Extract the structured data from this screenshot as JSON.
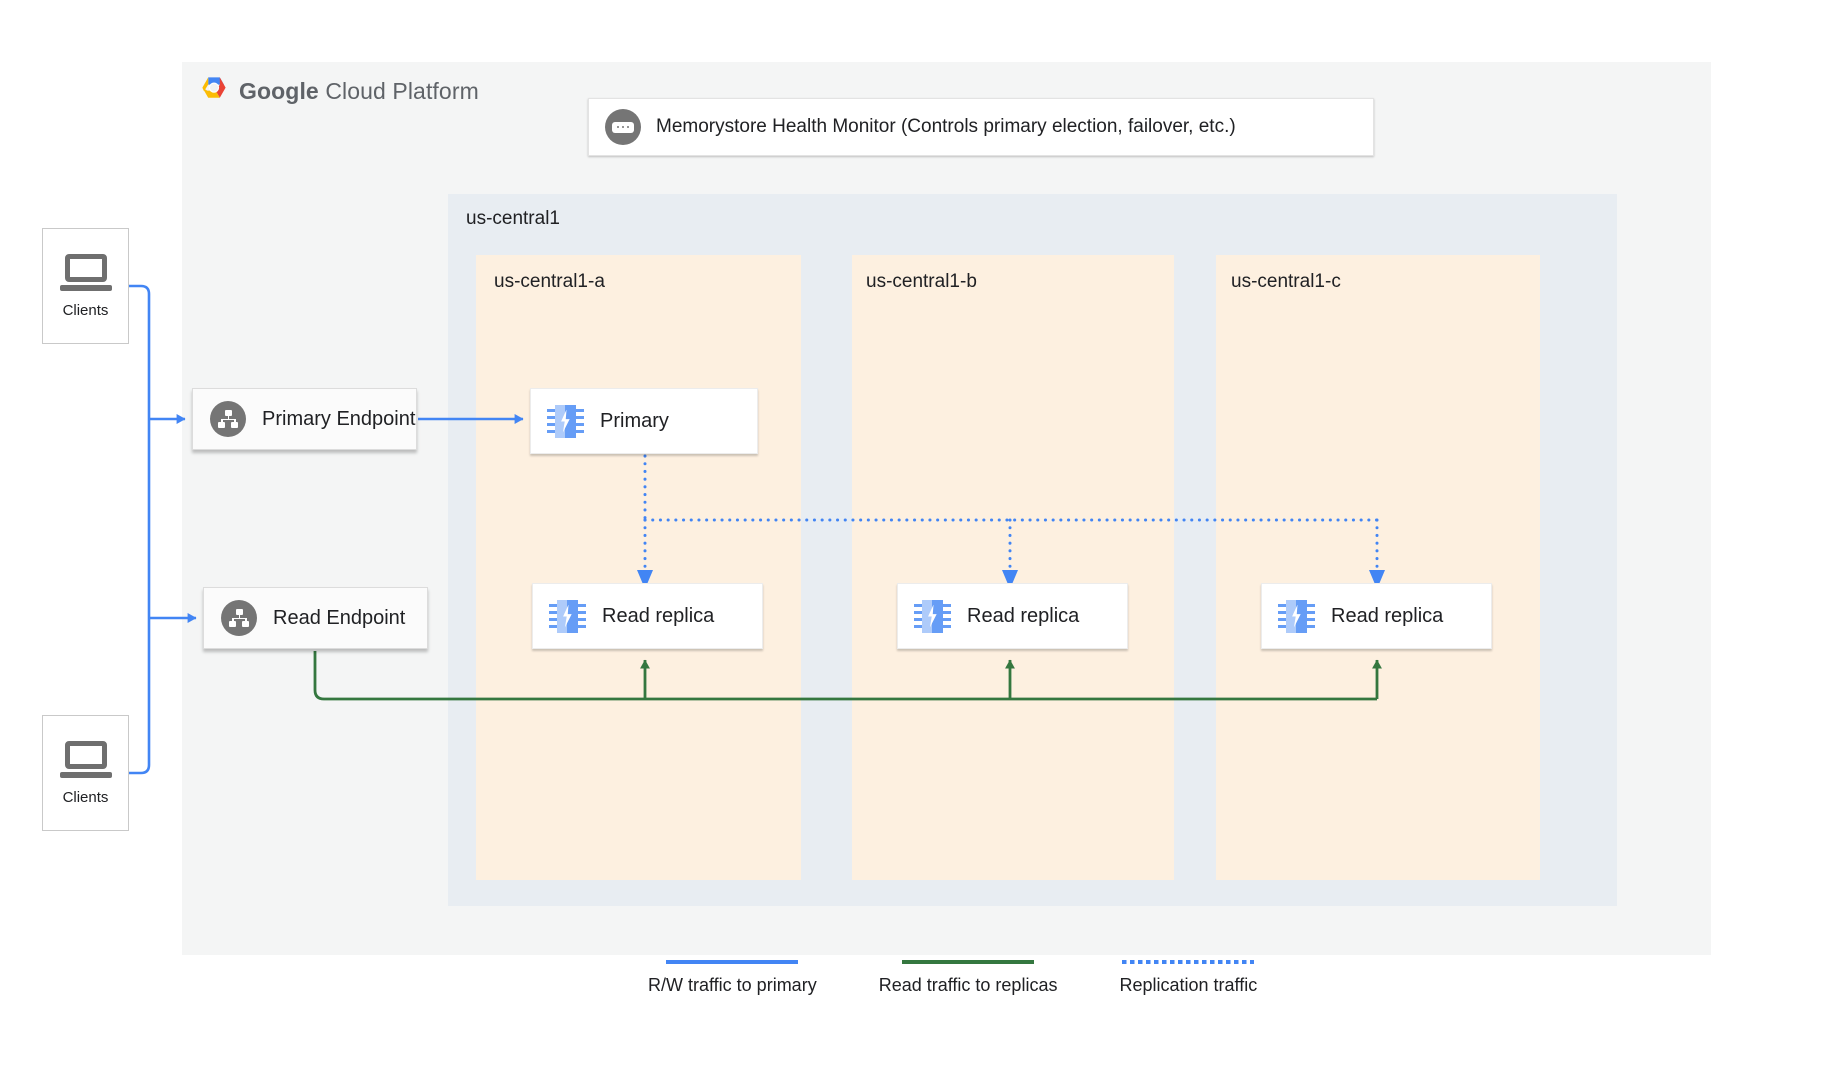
{
  "brand": {
    "name_bold": "Google",
    "name_light": " Cloud Platform",
    "logo_icon": "google-cloud-hexagon-logo"
  },
  "health_monitor": {
    "label": "Memorystore Health Monitor (Controls primary election, failover, etc.)",
    "icon": "ellipsis-chip-icon"
  },
  "region": {
    "label": "us-central1",
    "background": "#e8edf2"
  },
  "zones": [
    {
      "label": "us-central1-a",
      "background": "#fdf0e0"
    },
    {
      "label": "us-central1-b",
      "background": "#fdf0e0"
    },
    {
      "label": "us-central1-c",
      "background": "#fdf0e0"
    }
  ],
  "nodes": {
    "primary": {
      "label": "Primary",
      "icon": "memory-chip-icon",
      "zone": "us-central1-a"
    },
    "replica_a": {
      "label": "Read replica",
      "icon": "memory-chip-icon",
      "zone": "us-central1-a"
    },
    "replica_b": {
      "label": "Read replica",
      "icon": "memory-chip-icon",
      "zone": "us-central1-b"
    },
    "replica_c": {
      "label": "Read replica",
      "icon": "memory-chip-icon",
      "zone": "us-central1-c"
    }
  },
  "endpoints": {
    "primary": {
      "label": "Primary Endpoint",
      "icon": "network-hierarchy-icon"
    },
    "read": {
      "label": "Read Endpoint",
      "icon": "network-hierarchy-icon"
    }
  },
  "clients": [
    {
      "label": "Clients",
      "icon": "laptop-icon"
    },
    {
      "label": "Clients",
      "icon": "laptop-icon"
    }
  ],
  "legend": [
    {
      "label": "R/W traffic to primary",
      "style": "solid",
      "color": "#4285f4"
    },
    {
      "label": "Read traffic to replicas",
      "style": "solid",
      "color": "#34773f"
    },
    {
      "label": "Replication traffic",
      "style": "dotted",
      "color": "#4285f4"
    }
  ],
  "colors": {
    "rw_traffic": "#4285f4",
    "read_traffic": "#34773f",
    "replication": "#4285f4",
    "container_bg": "#f4f5f5",
    "region_bg": "#e8edf2",
    "zone_bg": "#fdf0e0"
  }
}
